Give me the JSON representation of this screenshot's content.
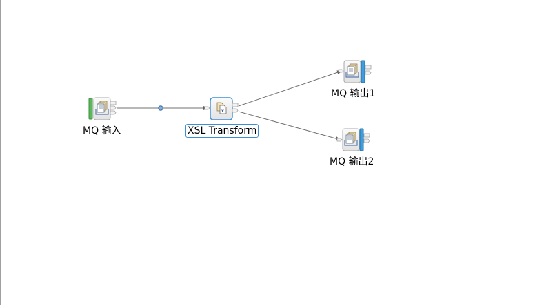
{
  "flow": {
    "nodes": [
      {
        "id": "mq-input",
        "label": "MQ 输入",
        "type": "mq-input",
        "bar_color": "#5cb85c"
      },
      {
        "id": "xsl-transform",
        "label": "XSL Transform",
        "type": "xsl-transform",
        "selected": true
      },
      {
        "id": "mq-output-1",
        "label": "MQ 输出1",
        "type": "mq-output",
        "bar_color": "#3c9ee0"
      },
      {
        "id": "mq-output-2",
        "label": "MQ 输出2",
        "type": "mq-output",
        "bar_color": "#3c9ee0"
      }
    ],
    "connections": [
      {
        "from": "mq-input",
        "to": "xsl-transform",
        "has_bendpoint": true
      },
      {
        "from": "xsl-transform",
        "to": "mq-output-1"
      },
      {
        "from": "xsl-transform",
        "to": "mq-output-2"
      }
    ]
  },
  "colors": {
    "node_border": "#a8a8a8",
    "selected_border": "#3c8fd6",
    "connection": "#707070",
    "bendpoint": "#7fb2e0"
  }
}
